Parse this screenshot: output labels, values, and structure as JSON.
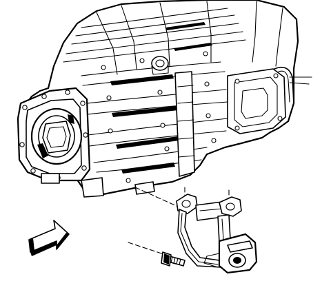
{
  "diagram": {
    "parts": [
      {
        "name": "transmission-case"
      },
      {
        "name": "mount-bracket"
      },
      {
        "name": "mount-bolt"
      },
      {
        "name": "direction-arrow"
      }
    ]
  }
}
